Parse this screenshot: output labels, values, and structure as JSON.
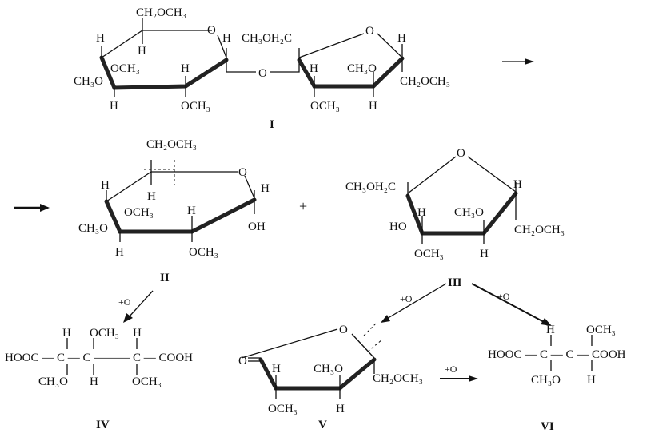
{
  "compounds": {
    "I": {
      "label": "I",
      "texts": [
        "CH₂OCH₃",
        "H",
        "H",
        "O",
        "H",
        "OCH₃",
        "CH₃O",
        "H",
        "H",
        "OCH₃",
        "O",
        "CH₃OH₂C",
        "O",
        "H",
        "H",
        "CH₃O",
        "OCH₃",
        "H",
        "CH₂OCH₃"
      ]
    },
    "II": {
      "label": "II",
      "texts": [
        "CH₂OCH₃",
        "O",
        "H",
        "H",
        "H",
        "OCH₃",
        "CH₃O",
        "OH",
        "H",
        "H",
        "OCH₃"
      ]
    },
    "III": {
      "label": "III",
      "texts": [
        "CH₃OH₂C",
        "O",
        "H",
        "H",
        "CH₃O",
        "HO",
        "CH₂OCH₃",
        "OCH₃",
        "H"
      ]
    },
    "IV": {
      "label": "IV",
      "texts": [
        "H",
        "OCH₃",
        "H",
        "HOOC — C — C ——— C — COOH",
        "CH₃O",
        "H",
        "OCH₃"
      ]
    },
    "V": {
      "label": "V",
      "texts": [
        "O",
        "O",
        "H",
        "CH₃O",
        "CH₂OCH₃",
        "OCH₃",
        "H"
      ]
    },
    "VI": {
      "label": "VI",
      "texts": [
        "H",
        "OCH₃",
        "HOOC — C — C — COOH",
        "CH₃O",
        "H"
      ]
    }
  },
  "reagents": {
    "oxidation": "+O",
    "plus": "+"
  },
  "colors": {
    "ink": "#111111",
    "paper": "#ffffff"
  }
}
